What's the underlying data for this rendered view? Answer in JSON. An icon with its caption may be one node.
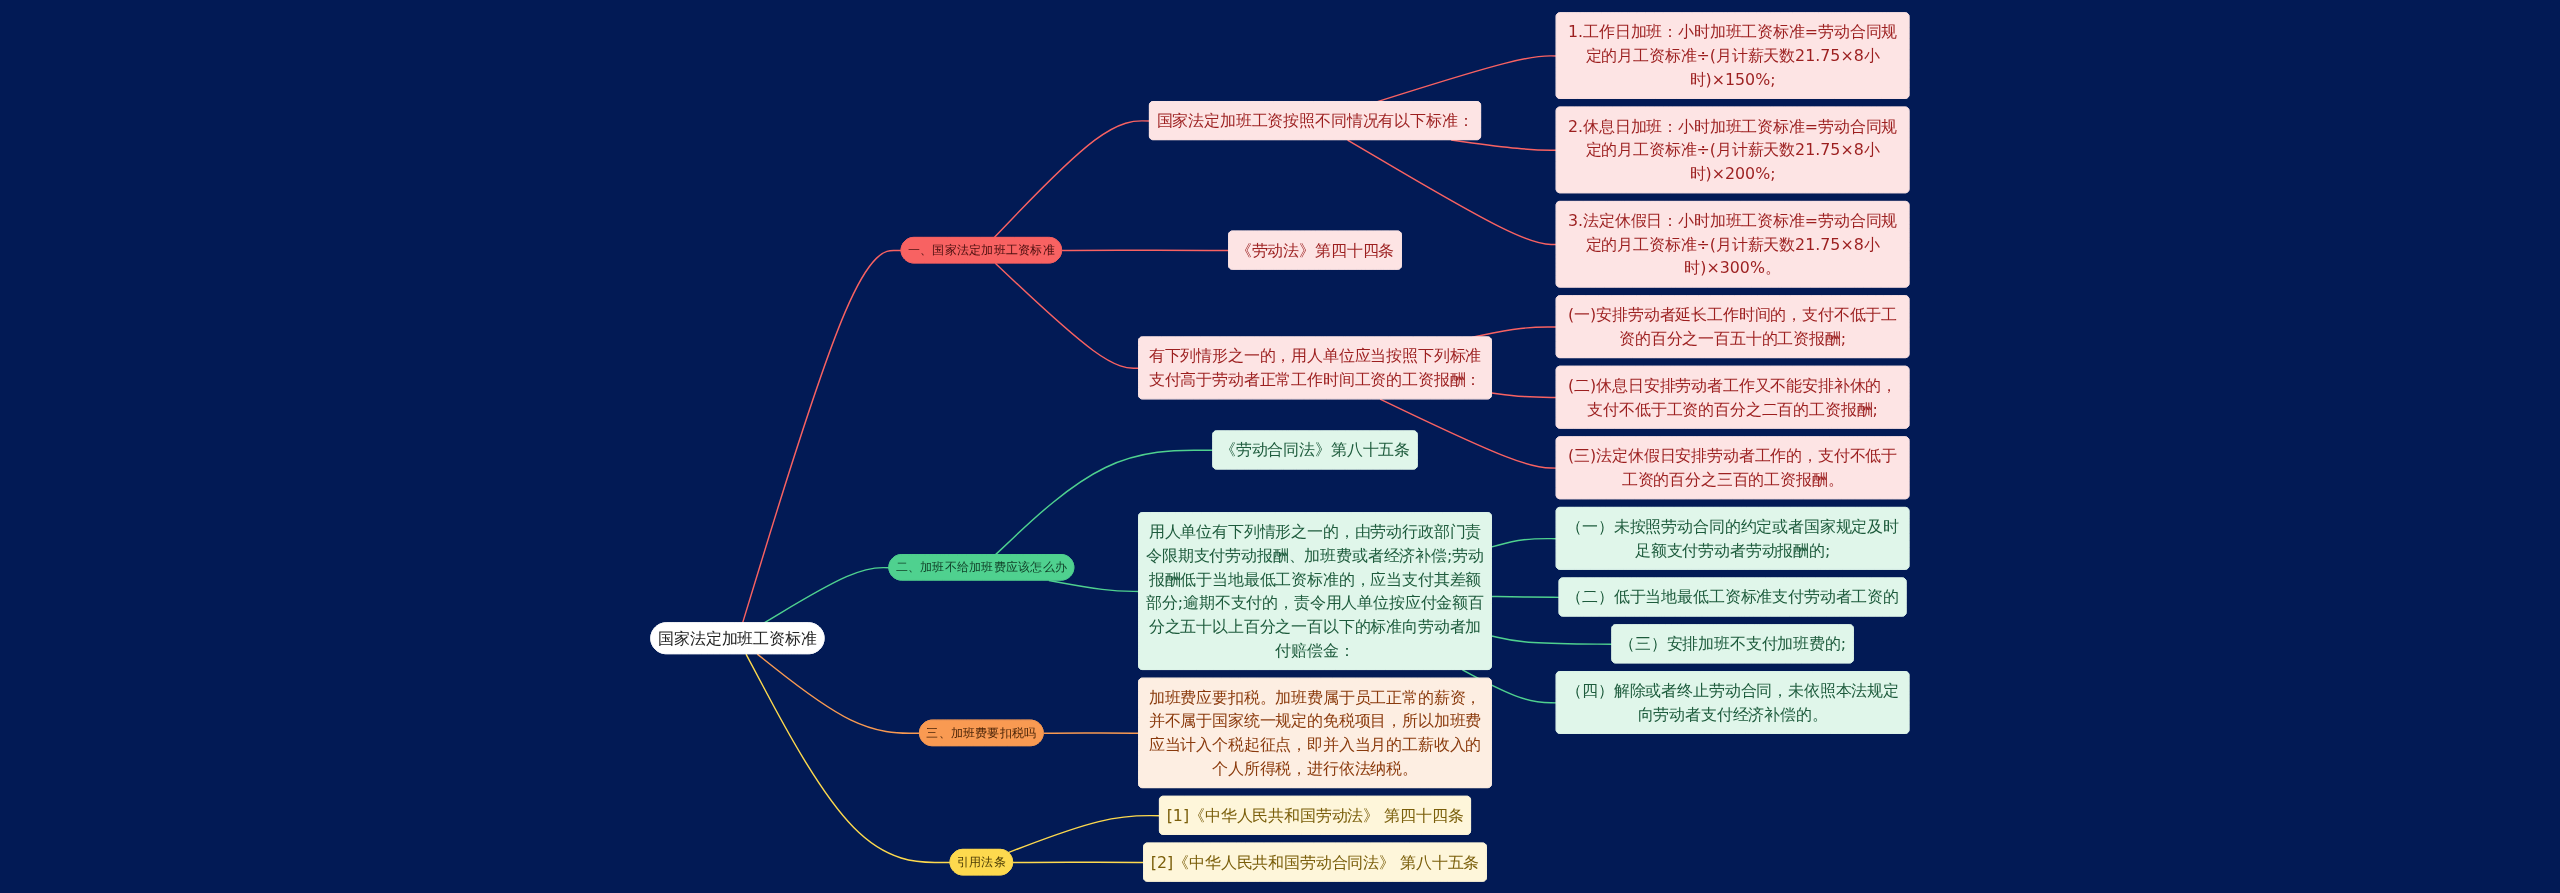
{
  "diagram": {
    "nodes": [
      {
        "text": [
          "国家法定加班工资标准"
        ]
      },
      {
        "text": [
          "一、国家法定加班工资标准"
        ]
      },
      {
        "text": [
          "国家法定加班工资按照不同情况有以下标准："
        ]
      },
      {
        "text": [
          "1.工作日加班：小时加班工资标准=劳动合同规定的月工资标准÷(月计薪天数21.75×8小时)×150%;"
        ]
      },
      {
        "text": [
          "2.休息日加班：小时加班工资标准=劳动合同规定的月工资标准÷(月计薪天数21.75×8小时)×200%;"
        ]
      },
      {
        "text": [
          "3.法定休假日：小时加班工资标准=劳动合同规定的月工资标准÷(月计薪天数21.75×8小时)×300%。"
        ]
      },
      {
        "text": [
          "《劳动法》第四十四条"
        ]
      },
      {
        "text": [
          "有下列情形之一的，用人单位应当按照下列标准支付高于劳动者正常工作时间工资的工资报酬："
        ]
      },
      {
        "text": [
          "(一)安排劳动者延长工作时间的，支付不低于工资的百分之一百五十的工资报酬;"
        ]
      },
      {
        "text": [
          "(二)休息日安排劳动者工作又不能安排补休的，支付不低于工资的百分之二百的工资报酬;"
        ]
      },
      {
        "text": [
          "(三)法定休假日安排劳动者工作的，支付不低于工资的百分之三百的工资报酬。"
        ]
      },
      {
        "text": [
          "二、加班不给加班费应该怎么办"
        ]
      },
      {
        "text": [
          "《劳动合同法》第八十五条"
        ]
      },
      {
        "text": [
          "用人单位有下列情形之一的，由劳动行政部门责令限期支付劳动报酬、加班费或者经济补偿;劳动报酬低于当地最低工资标准的，应当支付其差额部分;逾期不支付的，责令用人单位按应付金额百分之五十以上百分之一百以下的标准向劳动者加付赔偿金："
        ]
      },
      {
        "text": [
          "（一）未按照劳动合同的约定或者国家规定及时足额支付劳动者劳动报酬的;"
        ]
      },
      {
        "text": [
          "（二）低于当地最低工资标准支付劳动者工资的"
        ]
      },
      {
        "text": [
          "（三）安排加班不支付加班费的;"
        ]
      },
      {
        "text": [
          "（四）解除或者终止劳动合同，未依照本法规定向劳动者支付经济补偿的。"
        ]
      },
      {
        "text": [
          "三、加班费要扣税吗"
        ]
      },
      {
        "text": [
          "加班费应要扣税。加班费属于员工正常的薪资，并不属于国家统一规定的免税项目，所以加班费应当计入个税起征点，即并入当月的工薪收入的个人所得税，进行依法纳税。"
        ]
      },
      {
        "text": [
          "引用法条"
        ]
      },
      {
        "text": [
          "[1]《中华人民共和国劳动法》 第四十四条"
        ]
      },
      {
        "text": [
          "[2]《中华人民共和国劳动合同法》 第八十五条"
        ]
      }
    ],
    "edges": [
      {
        "from": 0,
        "to": 1,
        "arrow": "none"
      },
      {
        "from": 1,
        "to": 2,
        "arrow": "none"
      },
      {
        "from": 2,
        "to": 3,
        "arrow": "none"
      },
      {
        "from": 2,
        "to": 4,
        "arrow": "none"
      },
      {
        "from": 2,
        "to": 5,
        "arrow": "none"
      },
      {
        "from": 1,
        "to": 6,
        "arrow": "none"
      },
      {
        "from": 1,
        "to": 7,
        "arrow": "none"
      },
      {
        "from": 7,
        "to": 8,
        "arrow": "none"
      },
      {
        "from": 7,
        "to": 9,
        "arrow": "none"
      },
      {
        "from": 7,
        "to": 10,
        "arrow": "none"
      },
      {
        "from": 0,
        "to": 11,
        "arrow": "none",
        "color": "#4fd18f"
      },
      {
        "from": 11,
        "to": 12,
        "arrow": "none",
        "color": "#4fd18f"
      },
      {
        "from": 11,
        "to": 13,
        "arrow": "none",
        "color": "#4fd18f"
      },
      {
        "from": 13,
        "to": 14,
        "arrow": "none",
        "color": "#4fd18f"
      },
      {
        "from": 13,
        "to": 15,
        "arrow": "none",
        "color": "#4fd18f"
      },
      {
        "from": 13,
        "to": 16,
        "arrow": "none",
        "color": "#4fd18f"
      },
      {
        "from": 13,
        "to": 17,
        "arrow": "none",
        "color": "#4fd18f"
      },
      {
        "from": 0,
        "to": 18,
        "arrow": "none",
        "color": "#f99a52"
      },
      {
        "from": 18,
        "to": 19,
        "arrow": "none",
        "color": "#f99a52"
      },
      {
        "from": 0,
        "to": 20,
        "arrow": "none",
        "color": "#fdd94e"
      },
      {
        "from": 20,
        "to": 21,
        "arrow": "none",
        "color": "#fdd94e"
      },
      {
        "from": 20,
        "to": 22,
        "arrow": "none",
        "color": "#fdd94e"
      }
    ]
  }
}
